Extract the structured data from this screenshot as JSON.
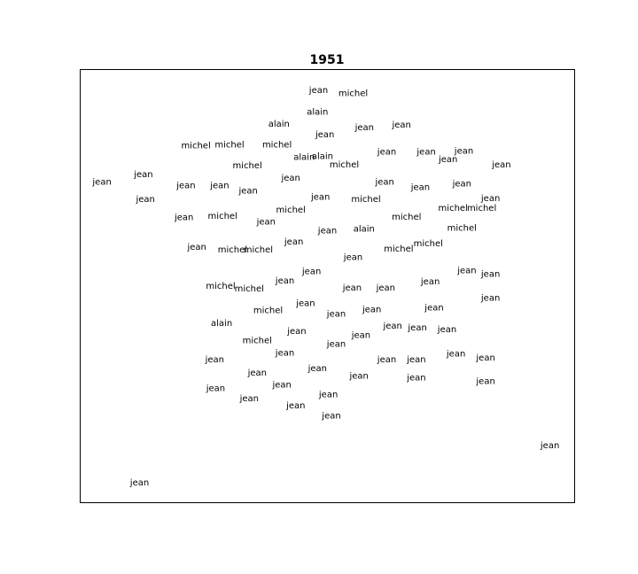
{
  "chart_data": {
    "type": "scatter",
    "title": "1951",
    "xlabel": "",
    "ylabel": "",
    "axis_ticks": false,
    "grid": false,
    "xlim": [
      0,
      100
    ],
    "ylim": [
      0,
      100
    ],
    "points": [
      {
        "label": "jean",
        "x": 48.2,
        "y": 95.2
      },
      {
        "label": "michel",
        "x": 55.2,
        "y": 94.5
      },
      {
        "label": "alain",
        "x": 48.0,
        "y": 90.2
      },
      {
        "label": "alain",
        "x": 40.2,
        "y": 87.4
      },
      {
        "label": "jean",
        "x": 49.5,
        "y": 85.0
      },
      {
        "label": "jean",
        "x": 57.5,
        "y": 86.6
      },
      {
        "label": "jean",
        "x": 65.0,
        "y": 87.2
      },
      {
        "label": "michel",
        "x": 23.4,
        "y": 82.4
      },
      {
        "label": "michel",
        "x": 30.2,
        "y": 82.6
      },
      {
        "label": "michel",
        "x": 39.8,
        "y": 82.6
      },
      {
        "label": "alain",
        "x": 45.3,
        "y": 79.8
      },
      {
        "label": "alain",
        "x": 49.0,
        "y": 80.0
      },
      {
        "label": "jean",
        "x": 62.0,
        "y": 81.0
      },
      {
        "label": "jean",
        "x": 70.0,
        "y": 81.0
      },
      {
        "label": "jean",
        "x": 77.6,
        "y": 81.2
      },
      {
        "label": "jean",
        "x": 74.4,
        "y": 79.2
      },
      {
        "label": "jean",
        "x": 85.2,
        "y": 78.0
      },
      {
        "label": "michel",
        "x": 33.8,
        "y": 77.8
      },
      {
        "label": "michel",
        "x": 53.4,
        "y": 78.0
      },
      {
        "label": "jean",
        "x": 4.4,
        "y": 74.0
      },
      {
        "label": "jean",
        "x": 12.8,
        "y": 75.8
      },
      {
        "label": "jean",
        "x": 42.6,
        "y": 75.0
      },
      {
        "label": "jean",
        "x": 61.6,
        "y": 74.0
      },
      {
        "label": "jean",
        "x": 21.4,
        "y": 73.2
      },
      {
        "label": "jean",
        "x": 28.2,
        "y": 73.2
      },
      {
        "label": "jean",
        "x": 34.0,
        "y": 72.0
      },
      {
        "label": "jean",
        "x": 68.8,
        "y": 72.8
      },
      {
        "label": "jean",
        "x": 77.2,
        "y": 73.6
      },
      {
        "label": "jean",
        "x": 13.2,
        "y": 70.0
      },
      {
        "label": "jean",
        "x": 48.6,
        "y": 70.6
      },
      {
        "label": "michel",
        "x": 57.8,
        "y": 70.0
      },
      {
        "label": "jean",
        "x": 83.0,
        "y": 70.2
      },
      {
        "label": "michel",
        "x": 42.6,
        "y": 67.6
      },
      {
        "label": "michel",
        "x": 75.4,
        "y": 68.0
      },
      {
        "label": "michel",
        "x": 81.2,
        "y": 68.0
      },
      {
        "label": "jean",
        "x": 21.0,
        "y": 65.8
      },
      {
        "label": "michel",
        "x": 28.8,
        "y": 66.2
      },
      {
        "label": "jean",
        "x": 37.6,
        "y": 64.8
      },
      {
        "label": "michel",
        "x": 66.0,
        "y": 66.0
      },
      {
        "label": "jean",
        "x": 50.0,
        "y": 62.8
      },
      {
        "label": "alain",
        "x": 57.4,
        "y": 63.2
      },
      {
        "label": "michel",
        "x": 77.2,
        "y": 63.4
      },
      {
        "label": "jean",
        "x": 43.2,
        "y": 60.2
      },
      {
        "label": "michel",
        "x": 70.4,
        "y": 59.8
      },
      {
        "label": "jean",
        "x": 23.6,
        "y": 59.0
      },
      {
        "label": "michel",
        "x": 30.8,
        "y": 58.4
      },
      {
        "label": "michel",
        "x": 36.0,
        "y": 58.4
      },
      {
        "label": "michel",
        "x": 64.4,
        "y": 58.6
      },
      {
        "label": "jean",
        "x": 55.2,
        "y": 56.6
      },
      {
        "label": "jean",
        "x": 46.8,
        "y": 53.4
      },
      {
        "label": "jean",
        "x": 70.8,
        "y": 51.0
      },
      {
        "label": "jean",
        "x": 78.2,
        "y": 53.6
      },
      {
        "label": "jean",
        "x": 83.0,
        "y": 52.8
      },
      {
        "label": "jean",
        "x": 41.4,
        "y": 51.2
      },
      {
        "label": "michel",
        "x": 28.4,
        "y": 50.0
      },
      {
        "label": "michel",
        "x": 34.2,
        "y": 49.4
      },
      {
        "label": "jean",
        "x": 55.0,
        "y": 49.6
      },
      {
        "label": "jean",
        "x": 61.8,
        "y": 49.6
      },
      {
        "label": "jean",
        "x": 45.6,
        "y": 46.0
      },
      {
        "label": "jean",
        "x": 83.0,
        "y": 47.2
      },
      {
        "label": "jean",
        "x": 71.6,
        "y": 45.0
      },
      {
        "label": "michel",
        "x": 38.0,
        "y": 44.4
      },
      {
        "label": "jean",
        "x": 51.8,
        "y": 43.6
      },
      {
        "label": "jean",
        "x": 59.0,
        "y": 44.6
      },
      {
        "label": "alain",
        "x": 28.6,
        "y": 41.4
      },
      {
        "label": "jean",
        "x": 63.2,
        "y": 40.8
      },
      {
        "label": "jean",
        "x": 68.2,
        "y": 40.4
      },
      {
        "label": "jean",
        "x": 74.2,
        "y": 40.0
      },
      {
        "label": "jean",
        "x": 43.8,
        "y": 39.6
      },
      {
        "label": "jean",
        "x": 56.8,
        "y": 38.6
      },
      {
        "label": "michel",
        "x": 35.8,
        "y": 37.4
      },
      {
        "label": "jean",
        "x": 51.8,
        "y": 36.6
      },
      {
        "label": "jean",
        "x": 41.4,
        "y": 34.6
      },
      {
        "label": "jean",
        "x": 76.0,
        "y": 34.4
      },
      {
        "label": "jean",
        "x": 27.2,
        "y": 33.0
      },
      {
        "label": "jean",
        "x": 62.0,
        "y": 33.0
      },
      {
        "label": "jean",
        "x": 68.0,
        "y": 33.0
      },
      {
        "label": "jean",
        "x": 82.0,
        "y": 33.4
      },
      {
        "label": "jean",
        "x": 48.0,
        "y": 31.0
      },
      {
        "label": "jean",
        "x": 35.8,
        "y": 30.0
      },
      {
        "label": "jean",
        "x": 56.4,
        "y": 29.2
      },
      {
        "label": "jean",
        "x": 68.0,
        "y": 28.8
      },
      {
        "label": "jean",
        "x": 40.8,
        "y": 27.2
      },
      {
        "label": "jean",
        "x": 82.0,
        "y": 28.0
      },
      {
        "label": "jean",
        "x": 27.4,
        "y": 26.4
      },
      {
        "label": "jean",
        "x": 50.2,
        "y": 25.0
      },
      {
        "label": "jean",
        "x": 34.2,
        "y": 24.0
      },
      {
        "label": "jean",
        "x": 43.6,
        "y": 22.4
      },
      {
        "label": "jean",
        "x": 50.8,
        "y": 20.0
      },
      {
        "label": "jean",
        "x": 95.0,
        "y": 13.2
      },
      {
        "label": "jean",
        "x": 12.0,
        "y": 4.6
      }
    ]
  }
}
